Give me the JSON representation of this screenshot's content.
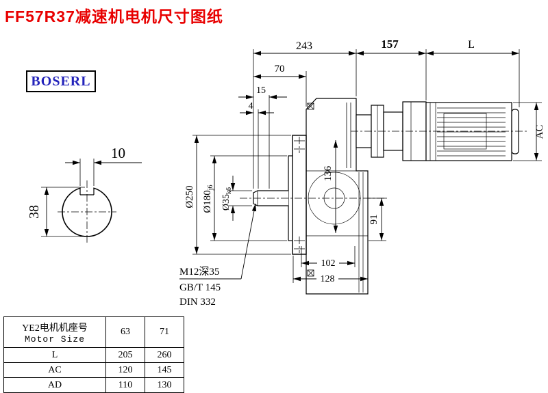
{
  "header": {
    "title": "FF57R37减速机电机尺寸图纸",
    "logo": "BOSERL"
  },
  "drawing": {
    "dims": {
      "d243": "243",
      "d157": "157",
      "dL": "L",
      "d70": "70",
      "d15": "15",
      "d4": "4",
      "dAC": "AC",
      "d250": "Ø250",
      "d180": "Ø180",
      "d180tol": "j6",
      "d35": "Ø35",
      "d35tol": "k6",
      "d136": "136",
      "d91": "91",
      "d102": "102",
      "d128": "128",
      "d10": "10",
      "d38": "38"
    },
    "notes": {
      "n1": "M12深35",
      "n2": "GB/T 145",
      "n3": "DIN 332"
    }
  },
  "table": {
    "header": {
      "cn": "YE2电机机座号",
      "en": "Motor Size",
      "col1": "63",
      "col2": "71"
    },
    "rows": [
      {
        "label": "L",
        "v1": "205",
        "v2": "260"
      },
      {
        "label": "AC",
        "v1": "120",
        "v2": "145"
      },
      {
        "label": "AD",
        "v1": "110",
        "v2": "130"
      }
    ]
  }
}
